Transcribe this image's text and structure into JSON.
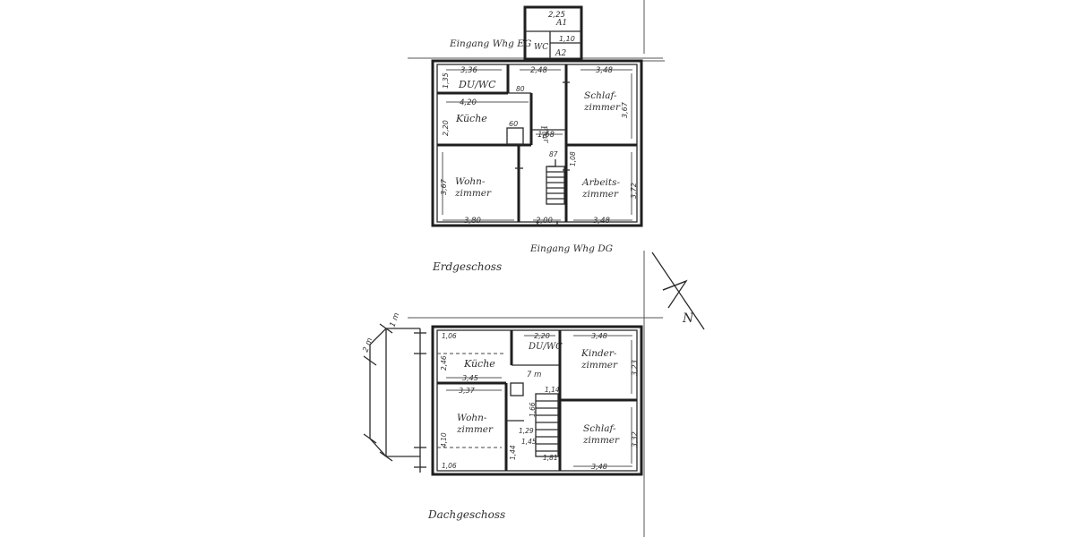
{
  "ground_floor": {
    "title": "Erdgeschoss",
    "entrance_top": "Eingang Whg EG",
    "entrance_bottom": "Eingang Whg DG",
    "rooms": {
      "du_wc": "DU/WC",
      "kueche": "Küche",
      "flur": "Flur",
      "schlaf_1": "Schlaf-",
      "schlaf_2": "zimmer",
      "wohn_1": "Wohn-",
      "wohn_2": "zimmer",
      "arbeits_1": "Arbeits-",
      "arbeits_2": "zimmer",
      "wc": "WC",
      "a1": "A1",
      "a2": "A2"
    },
    "dims": {
      "d_2_25": "2,25",
      "d_1_10": "1,10",
      "d_3_36": "3,36",
      "d_2_48": "2,48",
      "d_3_48_top": "3,48",
      "d_1_35": "1,35",
      "d_4_20": "4,20",
      "d_2_20": "2,20",
      "d_60": "60",
      "d_80": "80",
      "d_1_68": "1,68",
      "d_3_67_right": "3,67",
      "d_3_67_left": "3,67",
      "d_3_72": "3,72",
      "d_1_08": "1,08",
      "d_87": "87",
      "d_3_80": "3,80",
      "d_2_00": "2,00",
      "d_3_48_bottom": "3,48"
    }
  },
  "attic_floor": {
    "title": "Dachgeschoss",
    "rooms": {
      "kueche": "Küche",
      "du_wc": "DU/WC",
      "kinder_1": "Kinder-",
      "kinder_2": "zimmer",
      "wohn_1": "Wohn-",
      "wohn_2": "zimmer",
      "schlaf_1": "Schlaf-",
      "schlaf_2": "zimmer"
    },
    "dims": {
      "d_2m": "2 m",
      "d_1m": "1 m",
      "d_1_06_top": "1,06",
      "d_2_20": "2,20",
      "d_3_48_top": "3,48",
      "d_2_46": "2,46",
      "d_3_45": "3,45",
      "d_7m": "7 m",
      "d_3_37": "3,37",
      "d_1_14": "1,14",
      "d_3_23": "3,23",
      "d_1_66": "1,66",
      "d_4_10": "4,10",
      "d_1_29": "1,29",
      "d_1_45": "1,45",
      "d_1_44": "1,44",
      "d_3_32": "3,32",
      "d_1_81": "1,81",
      "d_1_06_bottom": "1,06",
      "d_3_48_bottom": "3,48"
    }
  },
  "north_arrow": {
    "label": "N"
  }
}
